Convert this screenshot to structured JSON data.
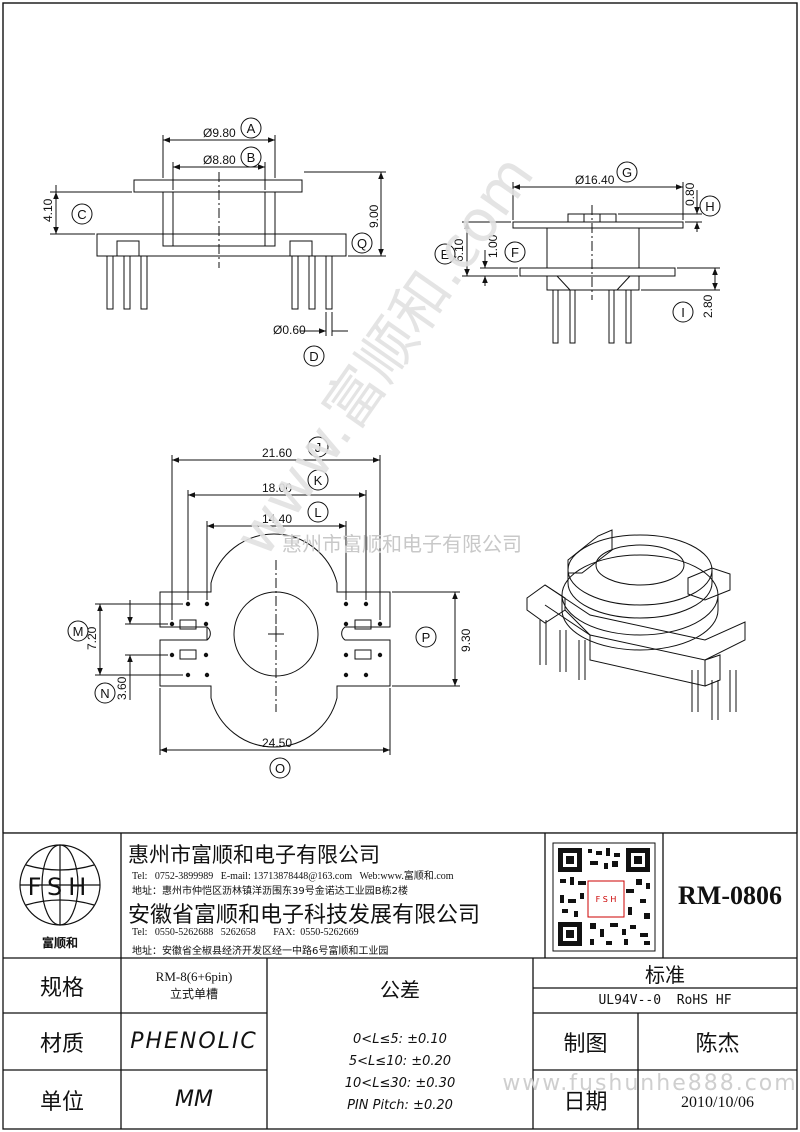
{
  "dims": {
    "A": "Ø9.80",
    "B": "Ø8.80",
    "C": "4.10",
    "Q": "9.00",
    "D": "Ø0.60",
    "G": "Ø16.40",
    "H": "0.80",
    "E": "6.10",
    "F": "1.00",
    "I": "2.80",
    "J": "21.60",
    "K": "18.00",
    "L": "14.40",
    "M": "7.20",
    "N": "3.60",
    "P": "9.30",
    "O": "24.50"
  },
  "callouts": [
    "A",
    "B",
    "C",
    "D",
    "E",
    "F",
    "G",
    "H",
    "I",
    "J",
    "K",
    "L",
    "M",
    "N",
    "O",
    "P",
    "Q"
  ],
  "watermark": {
    "company_line": "惠州市富顺和电子有限公司",
    "diagonal": "www.富顺和.com",
    "footer": "www.fushunhe888.com"
  },
  "titleblock": {
    "logo_letters": "FSH",
    "logo_caption": "富顺和",
    "company1": "惠州市富顺和电子有限公司",
    "company1_contact": "Tel:   0752-3899989   E-mail: 13713878448@163.com   Web:www.富顺和.com",
    "company1_address": "地址：惠州市仲恺区沥林镇洋沥围东39号金诺达工业园B栋2楼",
    "company2": "安徽省富顺和电子科技发展有限公司",
    "company2_contact": "Tel:   0550-5262688   5262658       FAX:  0550-5262669",
    "company2_address": "地址：安徽省全椒县经济开发区经一中路6号富顺和工业园",
    "qr_label": "F S H",
    "part_number": "RM-0806",
    "spec_label": "规格",
    "spec_value1": "RM-8(6+6pin)",
    "spec_value2": "立式单槽",
    "material_label": "材质",
    "material_value": "PHENOLIC",
    "unit_label": "单位",
    "unit_value": "MM",
    "tolerance_label": "公差",
    "tolerances": [
      "0<L≤5: ±0.10",
      "5<L≤10: ±0.20",
      "10<L≤30: ±0.30",
      "PIN Pitch: ±0.20"
    ],
    "standard_label": "标准",
    "standard_value": "UL94V--0  RoHS HF",
    "drawn_label": "制图",
    "drawn_value": "陈杰",
    "date_label": "日期",
    "date_value": "2010/10/06"
  }
}
